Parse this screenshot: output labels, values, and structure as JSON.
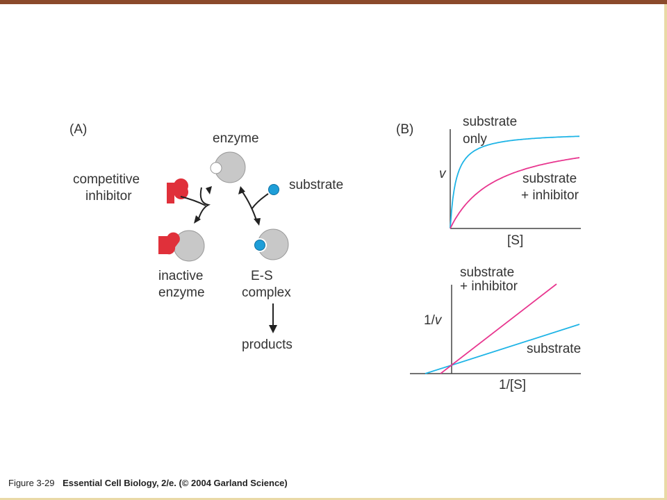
{
  "colors": {
    "top_bar": "#8B4A2B",
    "edge": "#E9D9A6",
    "enzyme_gray": "#C8C8C8",
    "inhibitor_red": "#E0303A",
    "substrate_blue": "#1E9ED8",
    "cyan_curve": "#1EB4E6",
    "magenta_curve": "#E8368F",
    "arrow": "#222222"
  },
  "panel_a": {
    "label": "(A)",
    "enzyme": "enzyme",
    "inhibitor_line1": "competitive",
    "inhibitor_line2": "inhibitor",
    "substrate": "substrate",
    "inactive_line1": "inactive",
    "inactive_line2": "enzyme",
    "es_line1": "E-S",
    "es_line2": "complex",
    "products": "products"
  },
  "panel_b": {
    "label": "(B)",
    "top": {
      "ylabel": "v",
      "xlabel": "[S]",
      "series1_line1": "substrate",
      "series1_line2": "only",
      "series2_line1": "substrate",
      "series2_line2": "+ inhibitor"
    },
    "bottom": {
      "ylabel": "1/v",
      "xlabel": "1/[S]",
      "series1": "substrate",
      "series2_line1": "substrate",
      "series2_line2": "+ inhibitor"
    }
  },
  "caption": {
    "figure": "Figure 3-29",
    "source": "Essential Cell Biology, 2/e. (© 2004 Garland Science)"
  }
}
